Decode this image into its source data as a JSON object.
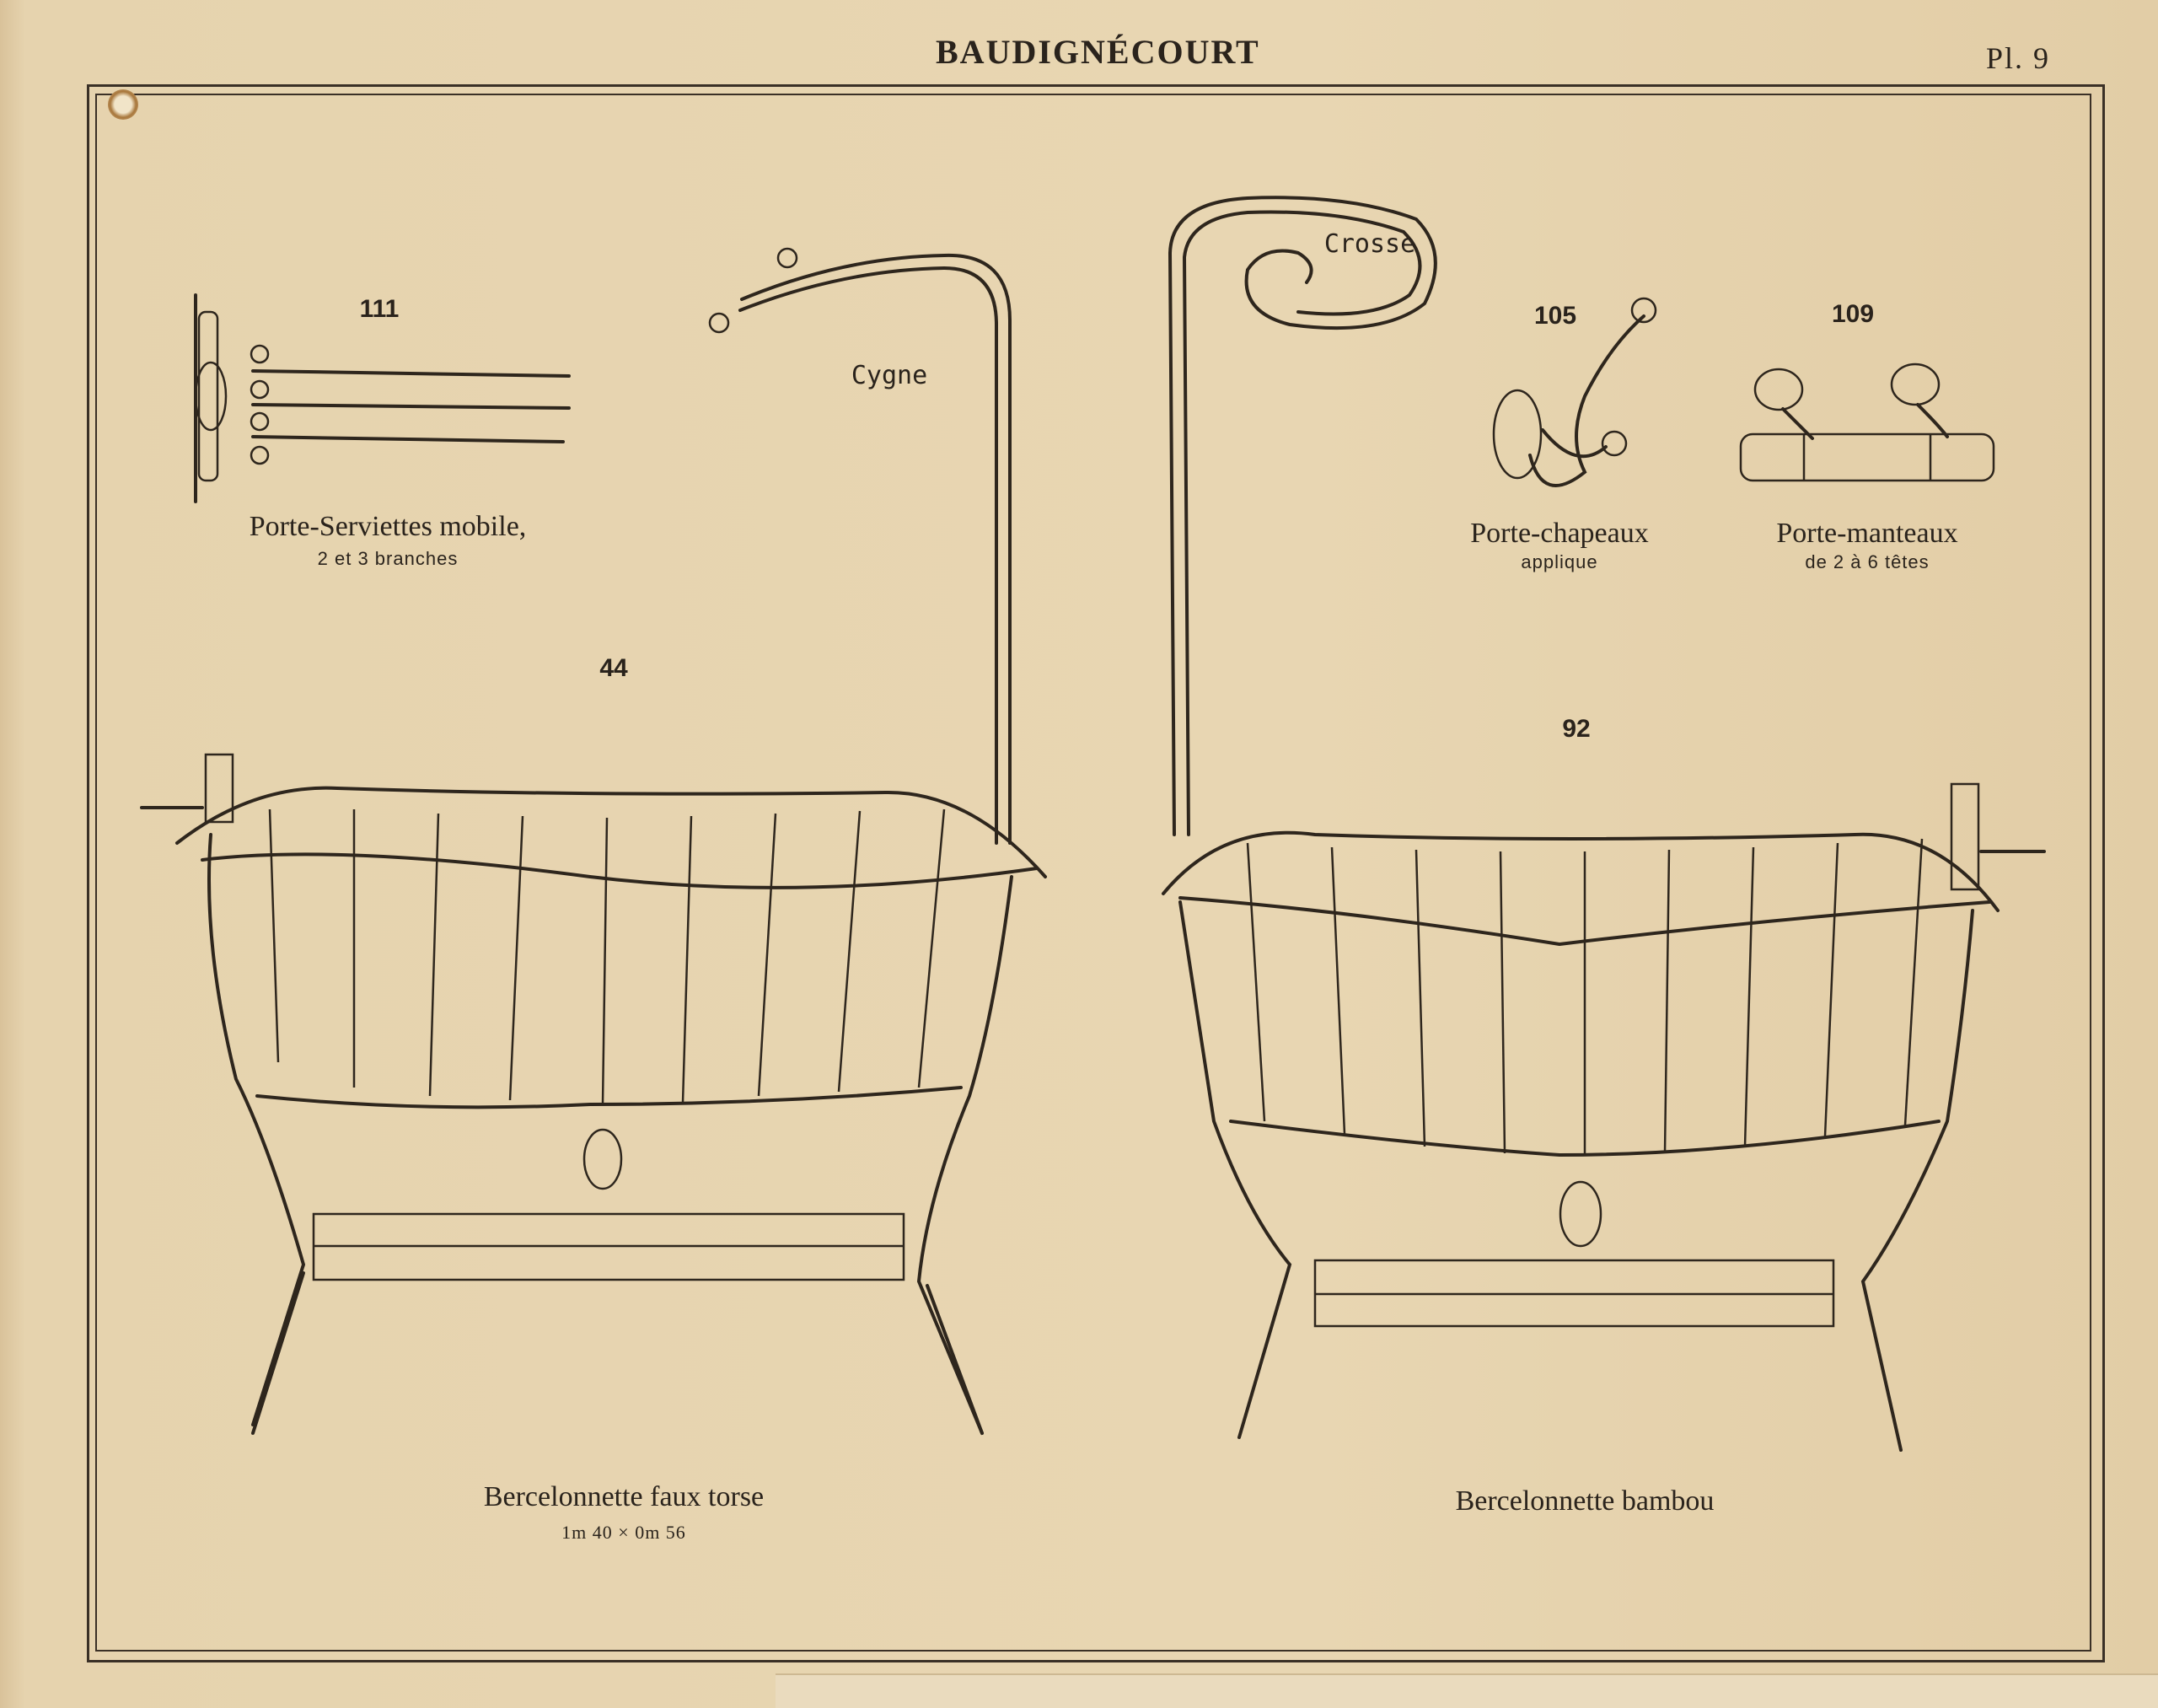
{
  "header": {
    "title": "BAUDIGNÉCOURT",
    "plate": "Pl. 9"
  },
  "items": {
    "towel_rack": {
      "number": "111",
      "caption": "Porte-Serviettes mobile,",
      "subcaption": "2 et 3 branches"
    },
    "hat_hook": {
      "number": "105",
      "caption": "Porte-chapeaux",
      "subcaption": "applique"
    },
    "coat_rack": {
      "number": "109",
      "caption": "Porte-manteaux",
      "subcaption": "de 2 à 6 têtes"
    },
    "cradle_twisted": {
      "number": "44",
      "tag": "Cygne",
      "caption": "Bercelonnette faux torse",
      "dimensions": "1m 40 × 0m 56"
    },
    "cradle_bamboo": {
      "number": "92",
      "tag": "Crosse",
      "caption": "Bercelonnette bambou"
    }
  }
}
